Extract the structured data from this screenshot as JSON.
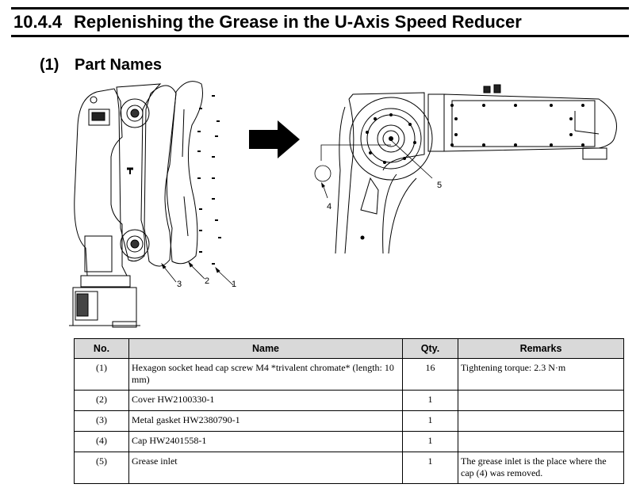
{
  "section": {
    "number": "10.4.4",
    "title": "Replenishing the Grease in the U-Axis Speed Reducer"
  },
  "subsection": {
    "number": "(1)",
    "title": "Part Names"
  },
  "figure": {
    "left_callouts": [
      "1",
      "2",
      "3"
    ],
    "right_callouts": [
      "4",
      "5"
    ],
    "arrow_icon": "right-arrow-icon"
  },
  "table": {
    "headers": {
      "no": "No.",
      "name": "Name",
      "qty": "Qty.",
      "remarks": "Remarks"
    },
    "rows": [
      {
        "no": "(1)",
        "name": "Hexagon socket head cap screw M4 *trivalent chromate* (length: 10 mm)",
        "qty": "16",
        "remarks": "Tightening torque: 2.3 N·m"
      },
      {
        "no": "(2)",
        "name": "Cover HW2100330-1",
        "qty": "1",
        "remarks": ""
      },
      {
        "no": "(3)",
        "name": "Metal gasket HW2380790-1",
        "qty": "1",
        "remarks": ""
      },
      {
        "no": "(4)",
        "name": "Cap HW2401558-1",
        "qty": "1",
        "remarks": ""
      },
      {
        "no": "(5)",
        "name": "Grease inlet",
        "qty": "1",
        "remarks": "The grease inlet is the place where the cap (4) was removed."
      }
    ]
  },
  "colors": {
    "header_bg": "#d9d9d9",
    "rule": "#000000"
  }
}
